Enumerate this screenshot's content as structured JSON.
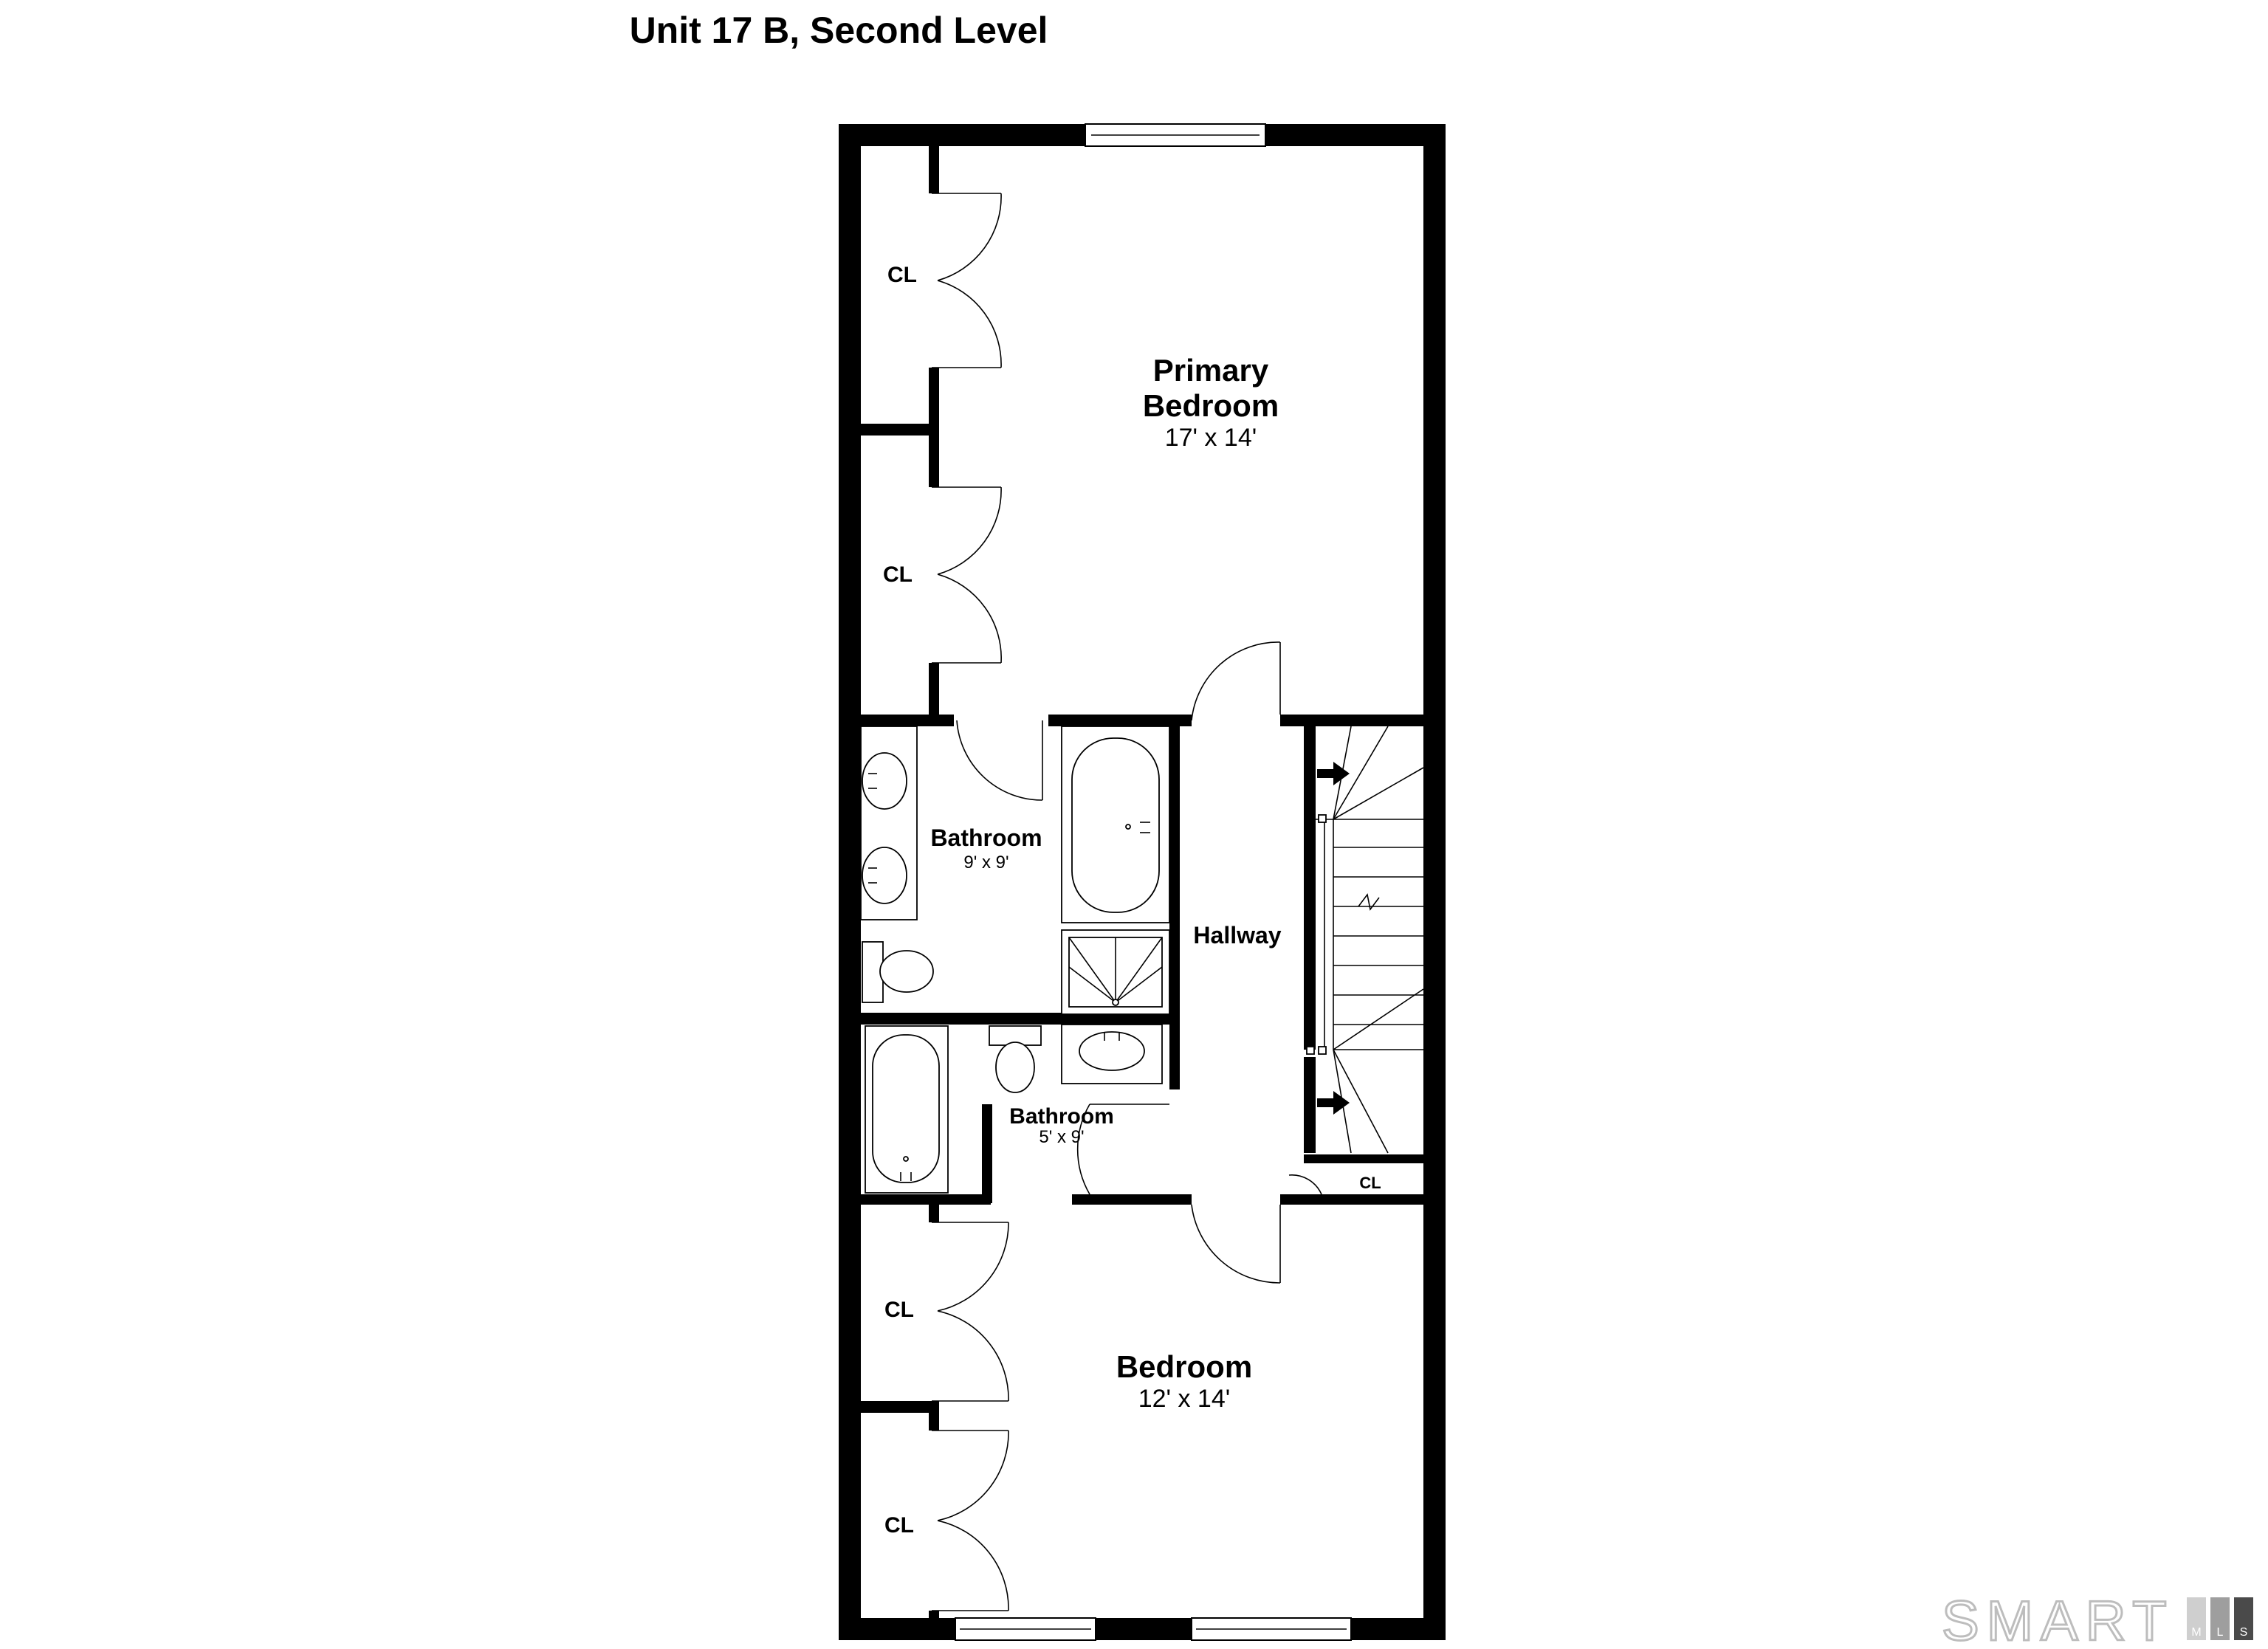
{
  "title": "Unit 17 B, Second Level",
  "rooms": {
    "primary_bedroom": {
      "name_line1": "Primary",
      "name_line2": "Bedroom",
      "size": "17' x 14'"
    },
    "bathroom_main": {
      "name": "Bathroom",
      "size": "9' x 9'"
    },
    "hallway": {
      "name": "Hallway"
    },
    "bathroom_small": {
      "name": "Bathroom",
      "size": "5' x 9'"
    },
    "bedroom": {
      "name": "Bedroom",
      "size": "12' x 14'"
    },
    "closets": {
      "primary_closet_1": "CL",
      "primary_closet_2": "CL",
      "hall_closet": "CL",
      "bedroom_closet_1": "CL",
      "bedroom_closet_2": "CL"
    }
  },
  "watermark": {
    "text": "SMART",
    "sub": [
      "M",
      "L",
      "S"
    ]
  },
  "colors": {
    "walls": "#000000",
    "background": "#ffffff",
    "watermark": "#bdbdbd"
  }
}
